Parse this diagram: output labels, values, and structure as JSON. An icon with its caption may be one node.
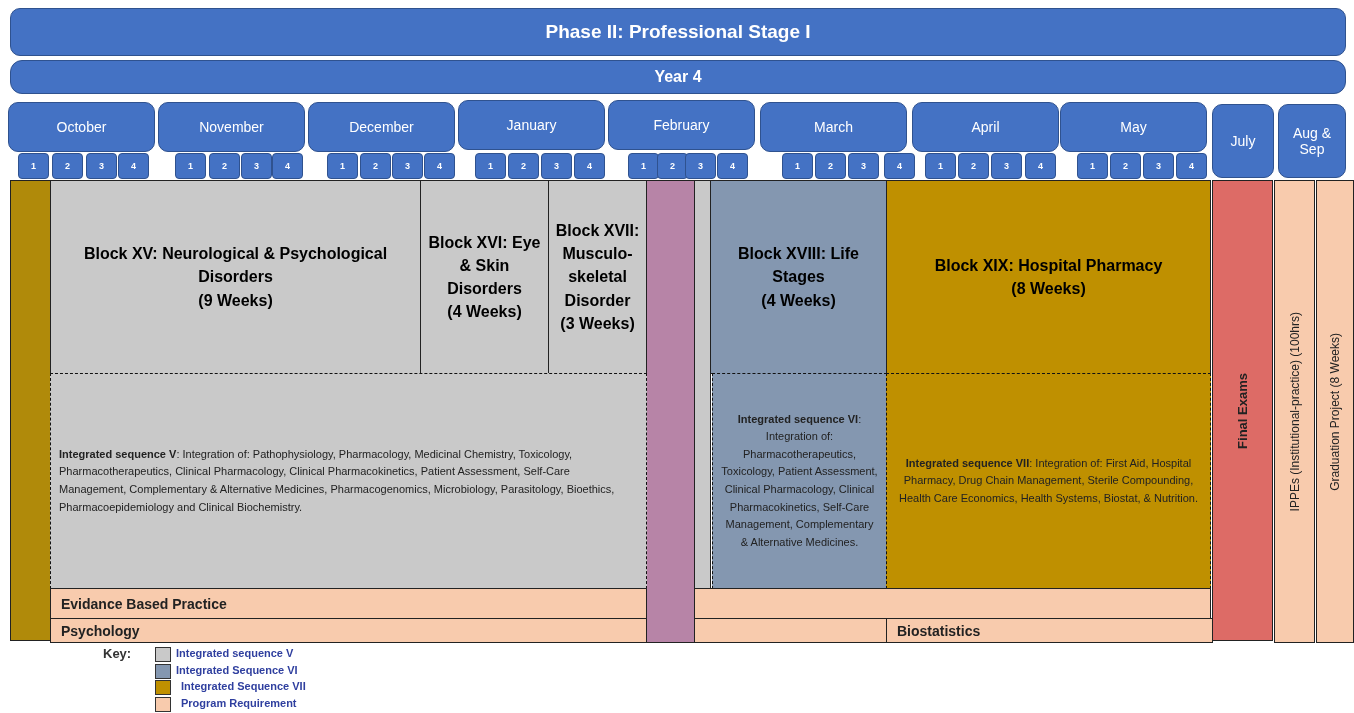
{
  "diagram": {
    "nodes": [
      {
        "text": [
          "Phase II: Professional Stage I"
        ]
      },
      {
        "text": [
          "Year 4"
        ]
      },
      {
        "text": [
          "October"
        ]
      },
      {
        "text": [
          "November"
        ]
      },
      {
        "text": [
          "December"
        ]
      },
      {
        "text": [
          "January"
        ]
      },
      {
        "text": [
          "February"
        ]
      },
      {
        "text": [
          "March"
        ]
      },
      {
        "text": [
          "April"
        ]
      },
      {
        "text": [
          "May"
        ]
      },
      {
        "text": [
          "July"
        ]
      },
      {
        "text": [
          "Aug & Sep"
        ]
      },
      {
        "text": [
          "1"
        ]
      },
      {
        "text": [
          "2"
        ]
      },
      {
        "text": [
          "3"
        ]
      },
      {
        "text": [
          "4"
        ]
      },
      {
        "text": [
          "1"
        ]
      },
      {
        "text": [
          "2"
        ]
      },
      {
        "text": [
          "3"
        ]
      },
      {
        "text": [
          "4"
        ]
      },
      {
        "text": [
          "1"
        ]
      },
      {
        "text": [
          "2"
        ]
      },
      {
        "text": [
          "3"
        ]
      },
      {
        "text": [
          "4"
        ]
      },
      {
        "text": [
          "1"
        ]
      },
      {
        "text": [
          "2"
        ]
      },
      {
        "text": [
          "3"
        ]
      },
      {
        "text": [
          "4"
        ]
      },
      {
        "text": [
          "1"
        ]
      },
      {
        "text": [
          "2"
        ]
      },
      {
        "text": [
          "3"
        ]
      },
      {
        "text": [
          "4"
        ]
      },
      {
        "text": [
          "1"
        ]
      },
      {
        "text": [
          "2"
        ]
      },
      {
        "text": [
          "3"
        ]
      },
      {
        "text": [
          "4"
        ]
      },
      {
        "text": [
          "1"
        ]
      },
      {
        "text": [
          "2"
        ]
      },
      {
        "text": [
          "3"
        ]
      },
      {
        "text": [
          "4"
        ]
      },
      {
        "text": [
          "1"
        ]
      },
      {
        "text": [
          "2"
        ]
      },
      {
        "text": [
          "3"
        ]
      },
      {
        "text": [
          "4"
        ]
      },
      {
        "text": [],
        "shape": "bar"
      },
      {
        "text": [
          "Block XV: Neurological & Psychological Disorders",
          "(9 Weeks)"
        ]
      },
      {
        "text": [
          "Block XVI: Eye & Skin Disorders",
          "(4 Weeks)"
        ]
      },
      {
        "text": [
          "Block XVII: Musculo-skeletal Disorder",
          "(3 Weeks)"
        ]
      },
      {
        "text": [],
        "shape": "bar"
      },
      {
        "text": [],
        "shape": "bar"
      },
      {
        "text": [
          "Block XVIII: Life Stages",
          "(4 Weeks)"
        ]
      },
      {
        "text": [
          "Block XIX: Hospital Pharmacy",
          "(8 Weeks)"
        ]
      },
      {
        "text": [
          "**Integrated sequence V**: Integration of: Pathophysiology, Pharmacology, Medicinal Chemistry, Toxicology, Pharmacotherapeutics, Clinical Pharmacology, Clinical Pharmacokinetics, Patient Assessment, Self-Care Management, Complementary & Alternative Medicines, Pharmacogenomics, Microbiology, Parasitology, Bioethics, Pharmacoepidemiology and Clinical Biochemistry."
        ]
      },
      {
        "text": [
          "**Integrated sequence VI**: Integration of: Pharmacotherapeutics, Toxicology, Patient Assessment, Clinical Pharmacology, Clinical Pharmacokinetics, Self-Care Management, Complementary & Alternative Medicines."
        ]
      },
      {
        "text": [
          "**Integrated sequence VII**: Integration of: First Aid, Hospital Pharmacy, Drug Chain Management, Sterile Compounding, Health Care Economics, Health Systems, Biostat, & Nutrition."
        ]
      },
      {
        "text": [
          "Evidance Based Practice"
        ]
      },
      {
        "text": [],
        "shape": "bar"
      },
      {
        "text": [
          "Psychology"
        ]
      },
      {
        "text": [],
        "shape": "bar"
      },
      {
        "text": [
          "Biostatistics"
        ]
      },
      {
        "text": [
          "Final Exams"
        ]
      },
      {
        "text": [
          "IPPEs (Institutional-practice) (100hrs)"
        ]
      },
      {
        "text": [
          "Graduation Project (8 Weeks)"
        ]
      }
    ],
    "labels": [
      "Key:"
    ],
    "legend": [
      {
        "text": "Integrated sequence V",
        "color": "#c9c9c9"
      },
      {
        "text": "Integrated Sequence VI",
        "color": "#8497b0"
      },
      {
        "text": "Integrated Sequence VII",
        "color": "#bf9000"
      },
      {
        "text": "Program Requirement",
        "color": "#f8cbad"
      }
    ]
  }
}
